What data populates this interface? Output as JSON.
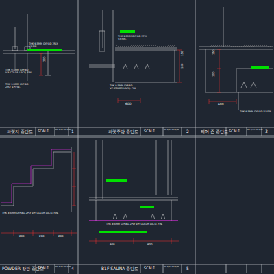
{
  "diagram": {
    "labels": [
      "파렛지 종단도",
      "SCALE",
      "A1 1/15 A3 1/30",
      "1",
      "파렛주방 종단도",
      "SCALE",
      "A1 1/15 A3 1/30",
      "2",
      "헤어 존 종단도",
      "SCALE",
      "A1 1/15 A3 1/30",
      "3",
      "POWDER 장판 종단도",
      "SCALE",
      "A1 1/15 A3 1/30",
      "4",
      "B1F SAUNA 종단도",
      "SCALE",
      "A1 1/15 A3 1/30",
      "5",
      "THK 9.5MM GYP.BD 2PLY",
      "V.P.FIN.",
      "THK 9.5MM GYP.BD",
      "V.P. COLOR LACQ. FIN.",
      "THK 9.5MM GYP.BD",
      "2PLY V.P.FIN.",
      "200",
      "THK 9.5MM GYP.BD 2PLY",
      "V.P.FIN.",
      "THK 9.5MM GYP.BD",
      "V.P. COLOR LACQ. FIN.",
      "600",
      "150",
      "100",
      "150",
      "100",
      "600",
      "THK 9.5MM GYP.BD V.P.FIN.",
      "THK 9.5MM GYP.BD 2PLY V.P. COLOR LACQ. FIN.",
      "200",
      "200",
      "200",
      "THK 9.5MM GYP.BD 2PLY V.P. COLOR LACQ. FIN.",
      "600",
      "600"
    ]
  }
}
